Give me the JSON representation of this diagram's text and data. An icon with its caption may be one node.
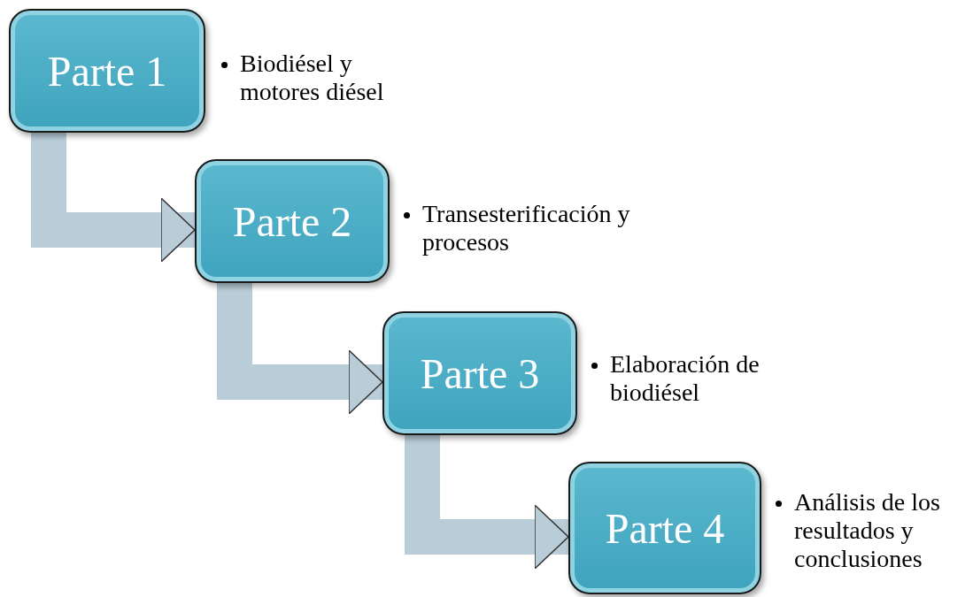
{
  "diagram": {
    "nodes": [
      {
        "text": [
          "Parte 1"
        ],
        "beside": [
          "Biodiésel y motores diésel"
        ]
      },
      {
        "text": [
          "Parte 2"
        ],
        "beside": [
          "Transesterificación y procesos"
        ]
      },
      {
        "text": [
          "Parte 3"
        ],
        "beside": [
          "Elaboración de biodiésel"
        ]
      },
      {
        "text": [
          "Parte 4"
        ],
        "beside": [
          "Análisis de los resultados y conclusiones"
        ]
      }
    ],
    "edges": [
      {
        "from": 0,
        "to": 1,
        "arrow": "to"
      },
      {
        "from": 1,
        "to": 2,
        "arrow": "to"
      },
      {
        "from": 2,
        "to": 3,
        "arrow": "to"
      }
    ]
  }
}
